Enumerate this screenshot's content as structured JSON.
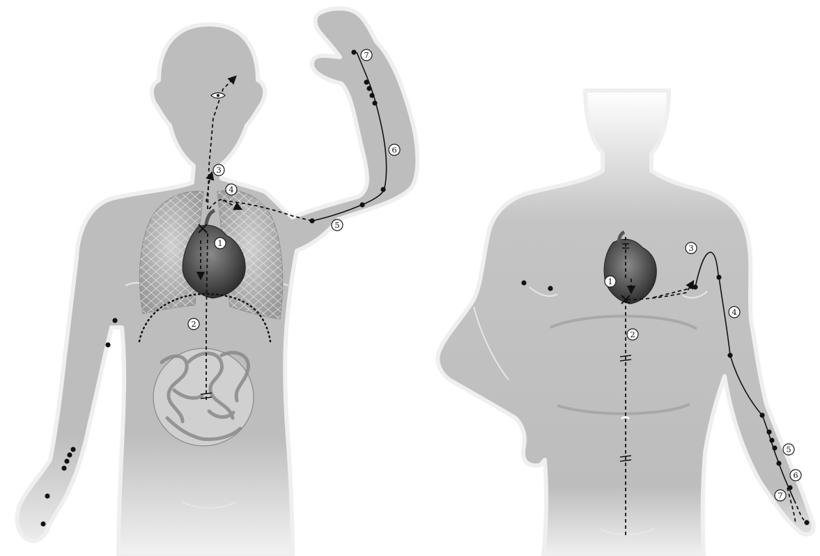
{
  "figure": {
    "background": "#ffffff",
    "body_fill": "#b9b9b9",
    "body_outline": "#efefef",
    "ink": "#111111"
  },
  "anterior_view": {
    "labels": [
      "1",
      "2",
      "3",
      "4",
      "5",
      "6",
      "7"
    ]
  },
  "posterior_view": {
    "labels": [
      "1",
      "2",
      "3",
      "4",
      "5",
      "6",
      "7"
    ]
  }
}
